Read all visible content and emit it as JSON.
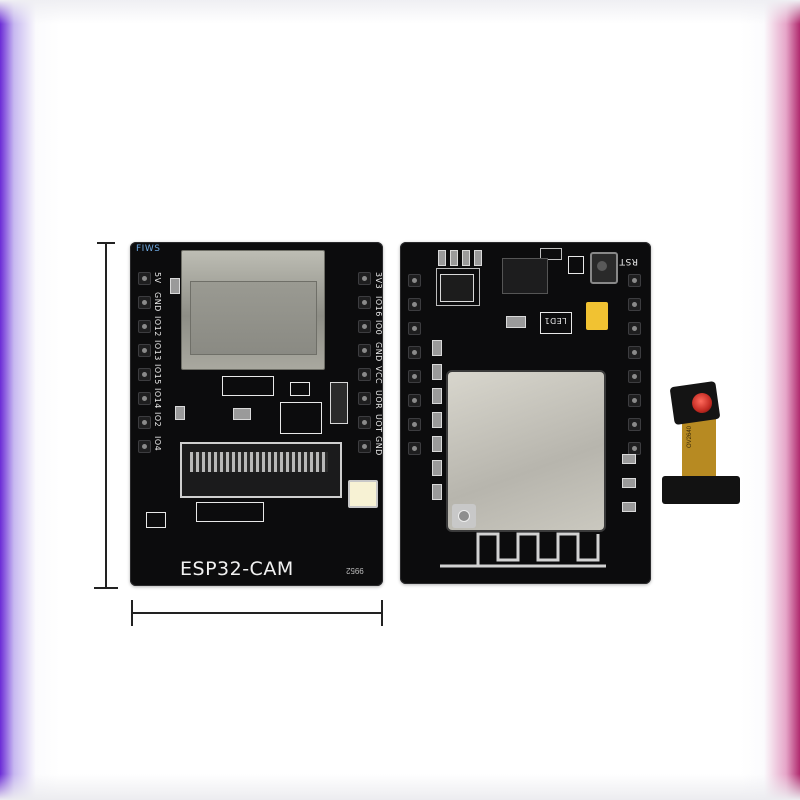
{
  "left_board": {
    "title": "ESP32-CAM",
    "code": "9952",
    "pin_labels_left": [
      "5V",
      "GND",
      "IO12",
      "IO13",
      "IO15",
      "IO14",
      "IO2",
      "IO4"
    ],
    "pin_labels_right": [
      "3V3",
      "IO16",
      "IO0",
      "GND",
      "VCC",
      "UOR",
      "UOT",
      "GND"
    ],
    "watermark": "FIWS"
  },
  "right_board": {
    "rst_label": "RST",
    "led_label": "LED1"
  },
  "camera": {
    "label": "OV2640"
  },
  "colors": {
    "pcb": "#0c0c0d",
    "module_shield": "#cac8bf",
    "lens": "#c22a22",
    "flex_cable": "#b78a22"
  }
}
